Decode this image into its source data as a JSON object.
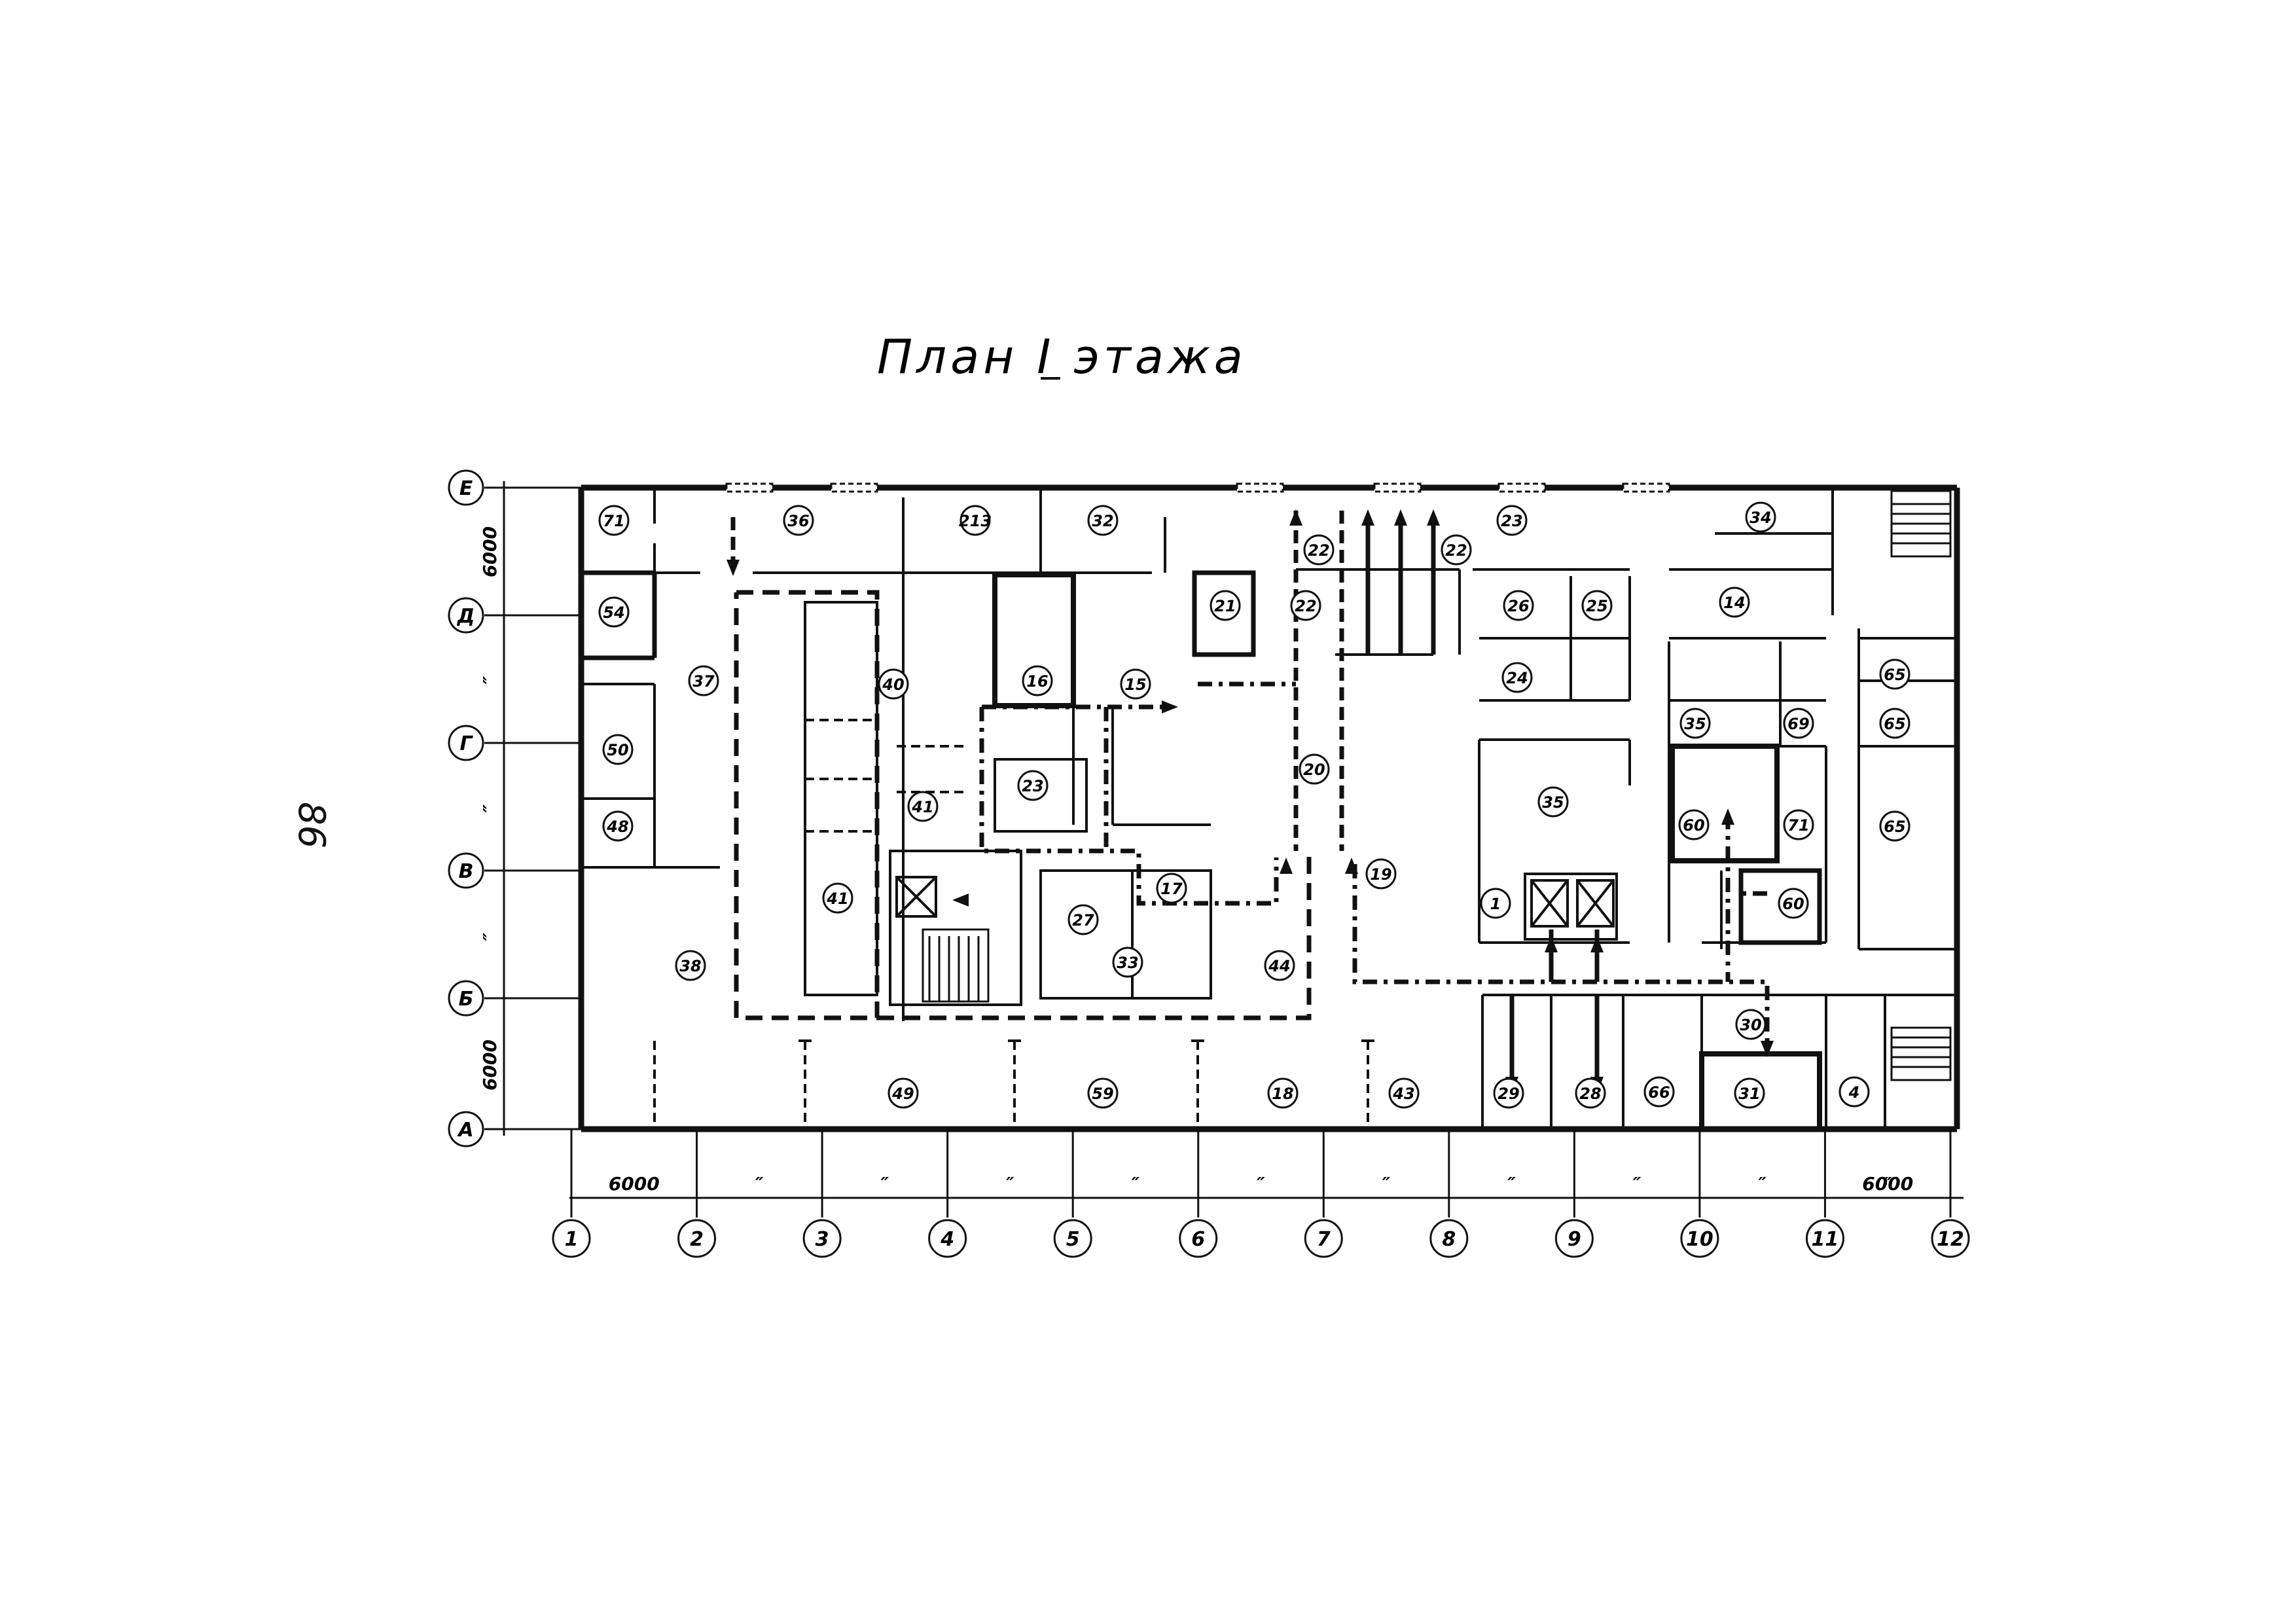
{
  "page_number": "86",
  "title": "План I этажа",
  "row_axes": [
    "Е",
    "Д",
    "Г",
    "В",
    "Б",
    "А"
  ],
  "column_axes": [
    "1",
    "2",
    "3",
    "4",
    "5",
    "6",
    "7",
    "8",
    "9",
    "10",
    "11",
    "12"
  ],
  "dimensions": {
    "bottom_first": "6000",
    "bottom_repeat": [
      "″",
      "″",
      "″",
      "″",
      "″",
      "″",
      "″",
      "″",
      "″",
      "″"
    ],
    "bottom_last": "6000",
    "left_top": "6000",
    "left_repeat": [
      "″",
      "″",
      "″"
    ],
    "left_bottom": "6000"
  },
  "rooms": [
    "71",
    "36",
    "213",
    "32",
    "22",
    "22",
    "23",
    "34",
    "54",
    "22",
    "21",
    "26",
    "25",
    "14",
    "37",
    "40",
    "16",
    "15",
    "24",
    "65",
    "50",
    "35",
    "69",
    "65",
    "41",
    "23",
    "20",
    "35",
    "48",
    "41",
    "60",
    "71",
    "65",
    "27",
    "17",
    "19",
    "1",
    "60",
    "38",
    "33",
    "44",
    "30",
    "49",
    "59",
    "18",
    "43",
    "29",
    "28",
    "66",
    "31",
    "4"
  ]
}
